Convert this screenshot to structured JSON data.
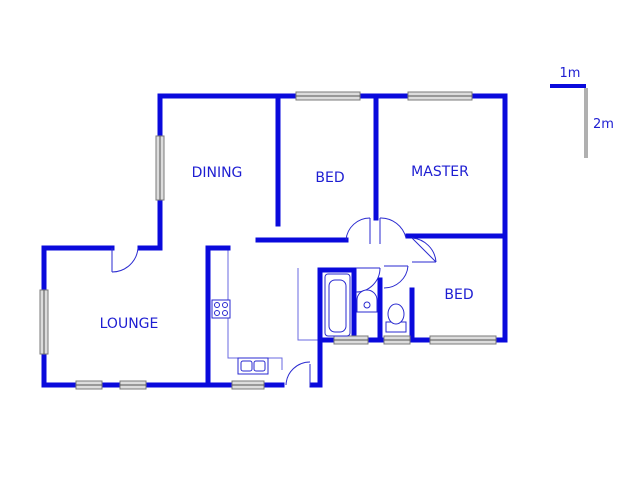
{
  "rooms": {
    "dining": "DINING",
    "bed1": "BED",
    "master": "MASTER",
    "bed2": "BED",
    "lounge": "LOUNGE"
  },
  "scale": {
    "horizontal": "1m",
    "vertical": "2m"
  },
  "colors": {
    "wall": "#0a0adc",
    "label": "#1e1ed2",
    "scale_h": "#0a0adc",
    "scale_v": "#b0b0b0"
  }
}
